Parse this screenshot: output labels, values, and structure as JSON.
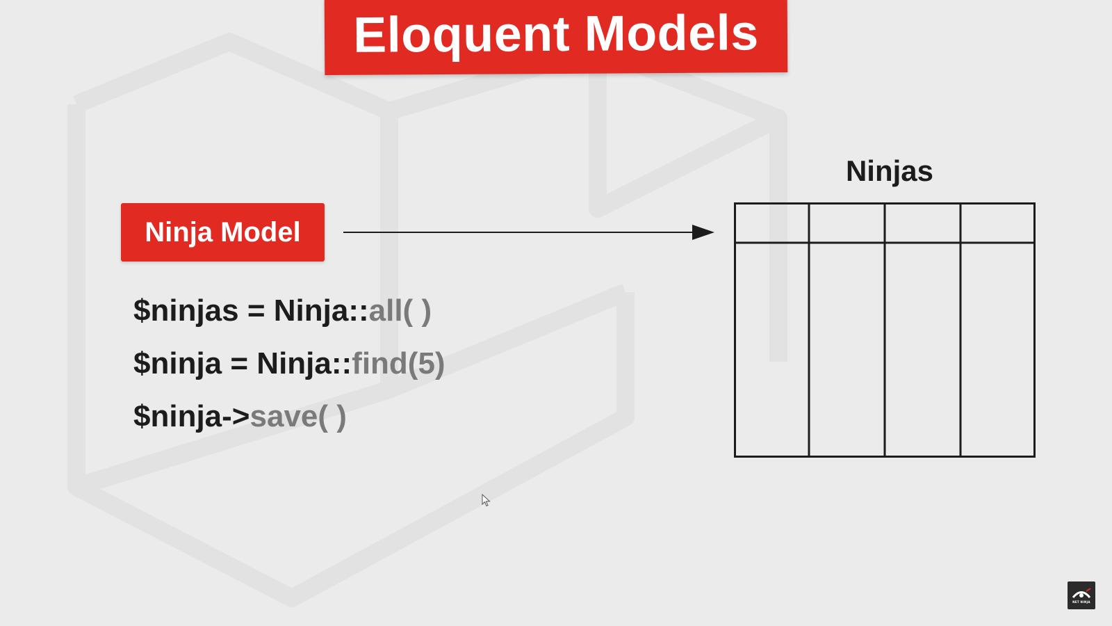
{
  "title": "Eloquent Models",
  "model_label": "Ninja Model",
  "code_lines": [
    {
      "prefix": "$ninjas = Ninja::",
      "method": "all( )"
    },
    {
      "prefix": "$ninja = Ninja::",
      "method": "find(5)"
    },
    {
      "prefix": "$ninja->",
      "method": "save( )"
    }
  ],
  "table": {
    "title": "Ninjas",
    "columns": 4
  },
  "logo": {
    "text": "NET NINJA",
    "icon": "net-ninja-logo-icon"
  },
  "colors": {
    "accent_red": "#e02a22",
    "text_dark": "#1c1c1c",
    "method_gray": "#7a7a7a",
    "background": "#ebebeb"
  }
}
